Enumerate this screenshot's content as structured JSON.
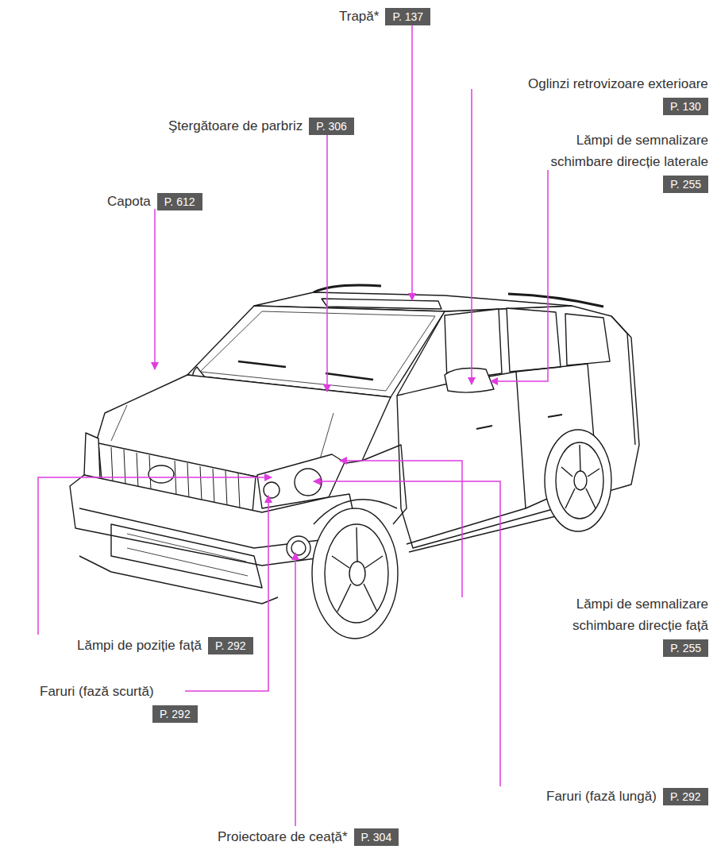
{
  "diagram": {
    "nodes": [
      {
        "text": [
          "Trapă*",
          "P. 137"
        ]
      },
      {
        "text": [
          "Ştergătoare de parbriz",
          "P. 306"
        ]
      },
      {
        "text": [
          "Oglinzi retrovizoare exterioare",
          "P. 130"
        ]
      },
      {
        "text": [
          "Lămpi de semnalizare schimbare direcție laterale",
          "P. 255"
        ]
      },
      {
        "text": [
          "Capota",
          "P. 612"
        ]
      },
      {
        "text": [
          "Lămpi de poziție față",
          "P. 292"
        ]
      },
      {
        "text": [
          "Lămpi de semnalizare schimbare direcție față",
          "P. 255"
        ]
      },
      {
        "text": [
          "Faruri (fază scurtă)",
          "P. 292"
        ]
      },
      {
        "text": [
          "Faruri (fază lungă)",
          "P. 292"
        ]
      },
      {
        "text": [
          "Proiectoare de ceață*",
          "P. 304"
        ]
      }
    ]
  }
}
